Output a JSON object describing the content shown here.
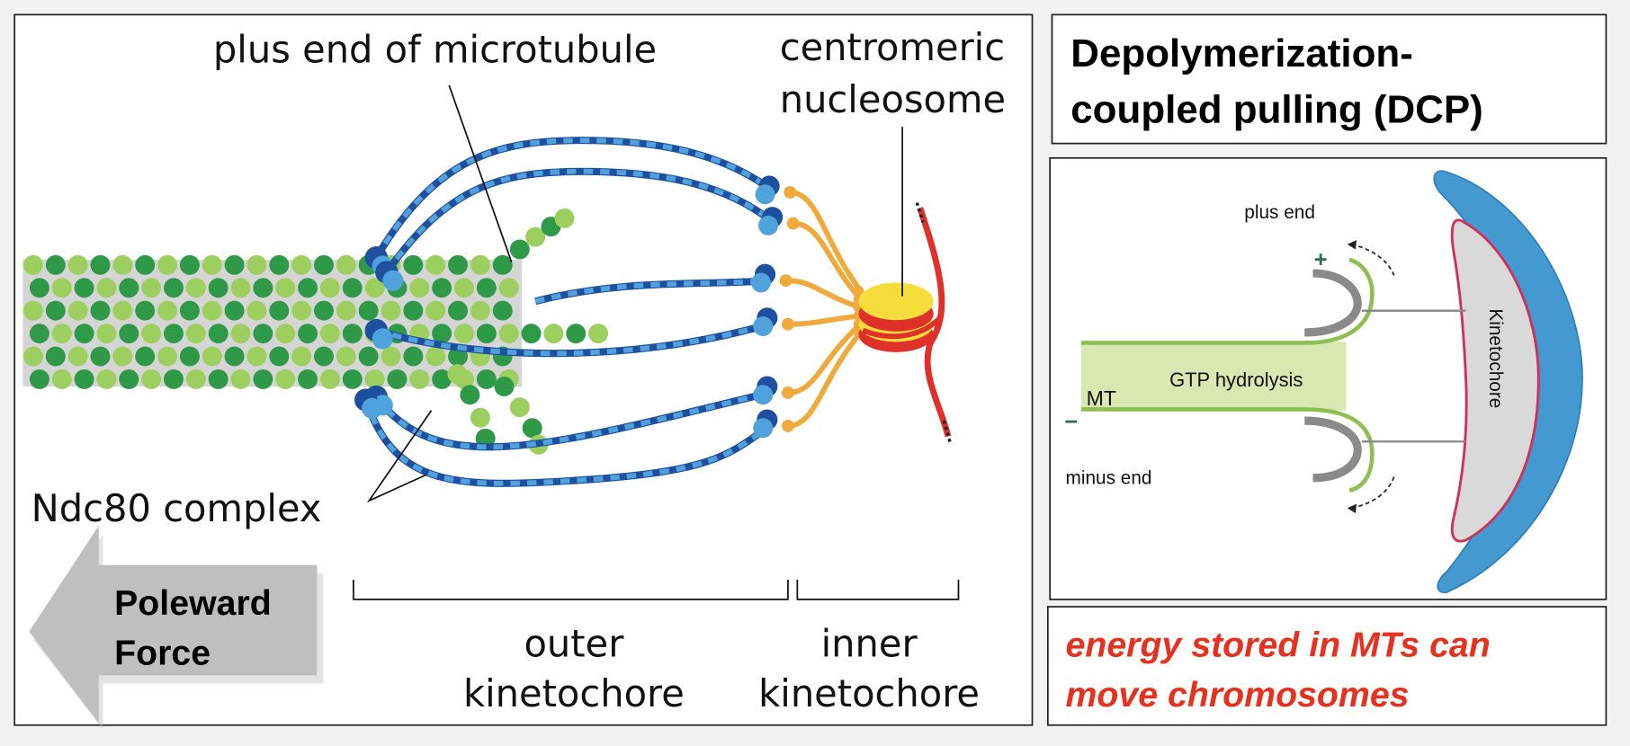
{
  "left_panel": {
    "label_plus_end": "plus end of microtubule",
    "label_centromeric_1": "centromeric",
    "label_centromeric_2": "nucleosome",
    "label_ndc80": "Ndc80 complex",
    "arrow_line1": "Poleward",
    "arrow_line2": "Force",
    "outer_1": "outer",
    "outer_2": "kinetochore",
    "inner_1": "inner",
    "inner_2": "kinetochore"
  },
  "title": {
    "line1": "Depolymerization-",
    "line2": "coupled pulling (DCP)"
  },
  "dcp_diagram": {
    "plus_end": "plus end",
    "plus_sign": "+",
    "minus_sign": "−",
    "mt": "MT",
    "gtp": "GTP hydrolysis",
    "minus_end": "minus end",
    "kinetochore": "Kinetochore"
  },
  "conclusion": {
    "line1": "energy stored in MTs can",
    "line2": "move chromosomes",
    "color": "#e8301f"
  },
  "colors": {
    "mt_light": "#9ccf5e",
    "mt_dark": "#2e9a48",
    "ndc80_dark": "#1f4f9f",
    "ndc80_light": "#4fa2dc",
    "linker": "#f0a93a",
    "nucleosome": "#f7dd3a",
    "dna": "#e0302a",
    "kinetochore_outer": "#4499d0",
    "kinetochore_inner": "#d9d9d9"
  }
}
